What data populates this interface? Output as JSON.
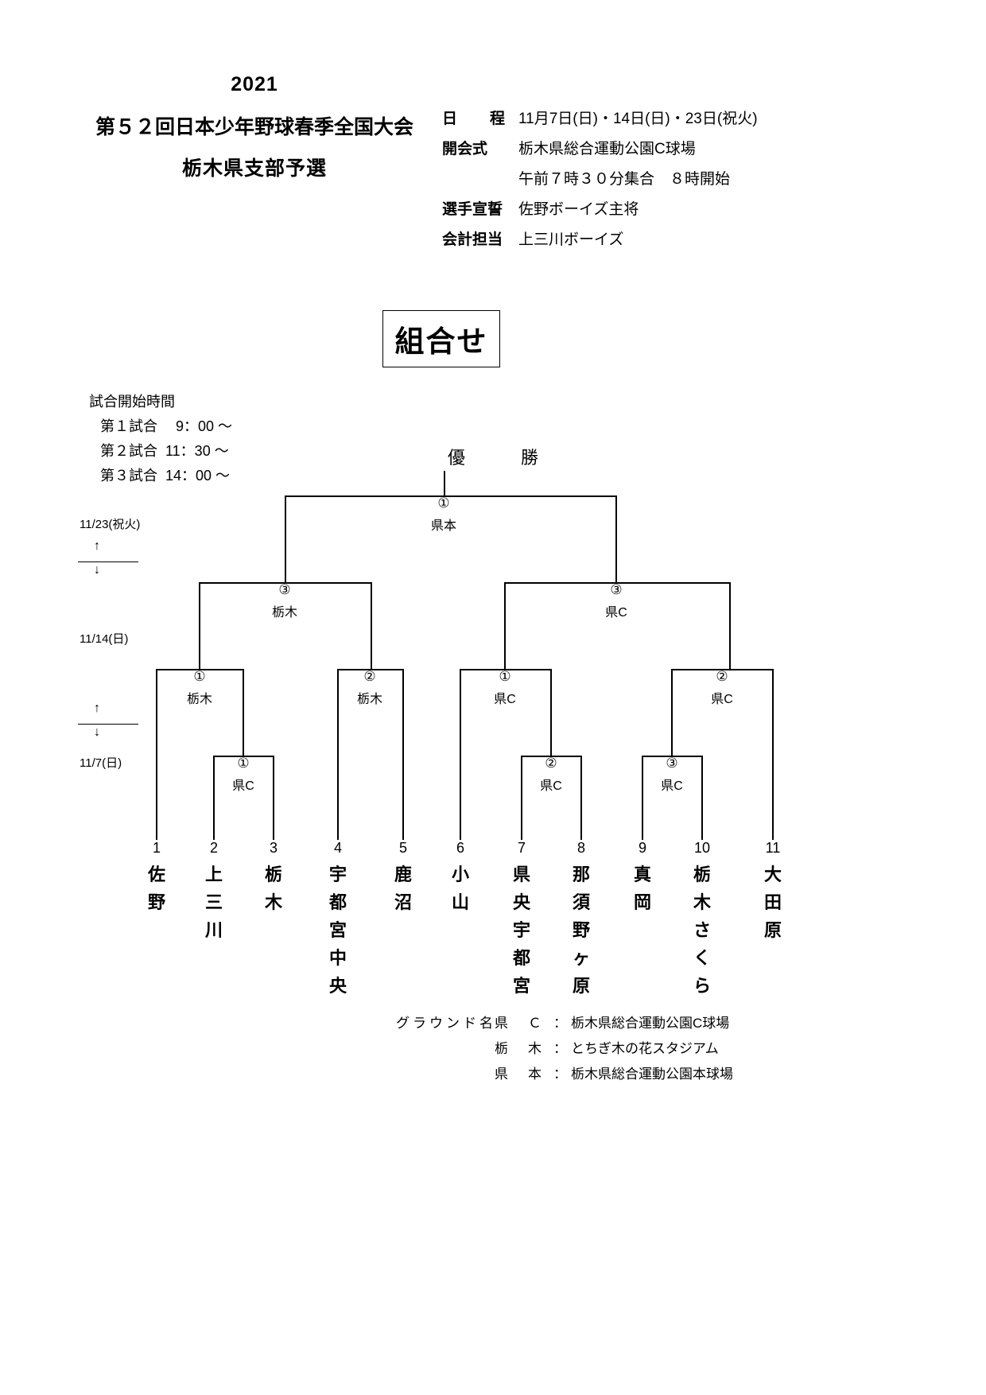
{
  "header": {
    "year": "2021",
    "title_line1": "第５２回日本少年野球春季全国大会",
    "title_line2": "栃木県支部予選"
  },
  "info": {
    "rows": [
      {
        "label": "日　程",
        "value": "11月7日(日)・14日(日)・23日(祝火)"
      },
      {
        "label": "開会式",
        "value": "栃木県総合運動公園C球場"
      },
      {
        "label": "",
        "value": "午前７時３０分集合　８時開始"
      },
      {
        "label": "選手宣誓",
        "value": "佐野ボーイズ主将"
      },
      {
        "label": "会計担当",
        "value": "上三川ボーイズ"
      }
    ]
  },
  "kumiawase": "組合せ",
  "schedule": {
    "heading": "試合開始時間",
    "rows": [
      "第１試合　 9：00 ～",
      "第２試合  11：30 ～",
      "第３試合  14：00 ～"
    ]
  },
  "champion_label": "優　勝",
  "dates": {
    "round3": "11/23(祝火)",
    "round2": "11/14(日)",
    "round1": "11/7(日)",
    "arrow_up": "↑",
    "arrow_down": "↓"
  },
  "bracket": {
    "final": {
      "circle": "①",
      "venue": "県本"
    },
    "semi_left": {
      "circle": "③",
      "venue": "栃木"
    },
    "semi_right": {
      "circle": "③",
      "venue": "県C"
    },
    "quarters": [
      {
        "circle": "①",
        "venue": "栃木"
      },
      {
        "circle": "②",
        "venue": "栃木"
      },
      {
        "circle": "①",
        "venue": "県C"
      },
      {
        "circle": "②",
        "venue": "県C"
      }
    ],
    "firsts": [
      {
        "circle": "①",
        "venue": "県C"
      },
      {
        "circle": "②",
        "venue": "県C"
      },
      {
        "circle": "③",
        "venue": "県C"
      }
    ]
  },
  "teams": [
    {
      "seed": "1",
      "name": "佐\n野"
    },
    {
      "seed": "2",
      "name": "上\n三\n川"
    },
    {
      "seed": "3",
      "name": "栃\n木"
    },
    {
      "seed": "4",
      "name": "宇\n都\n宮\n中\n央"
    },
    {
      "seed": "5",
      "name": "鹿\n沼"
    },
    {
      "seed": "6",
      "name": "小\n山"
    },
    {
      "seed": "7",
      "name": "県\n央\n宇\n都\n宮"
    },
    {
      "seed": "8",
      "name": "那\n須\n野\nヶ\n原"
    },
    {
      "seed": "9",
      "name": "真\n岡"
    },
    {
      "seed": "10",
      "name": "栃\n木\nさ\nく\nら"
    },
    {
      "seed": "11",
      "name": "大\n田\n原"
    }
  ],
  "legend": {
    "title": "グラウンド名",
    "rows": [
      {
        "key": "県　Ｃ",
        "colon": "：",
        "value": "栃木県総合運動公園C球場"
      },
      {
        "key": "栃　木",
        "colon": "：",
        "value": "とちぎ木の花スタジアム"
      },
      {
        "key": "県　本",
        "colon": "：",
        "value": "栃木県総合運動公園本球場"
      }
    ]
  }
}
